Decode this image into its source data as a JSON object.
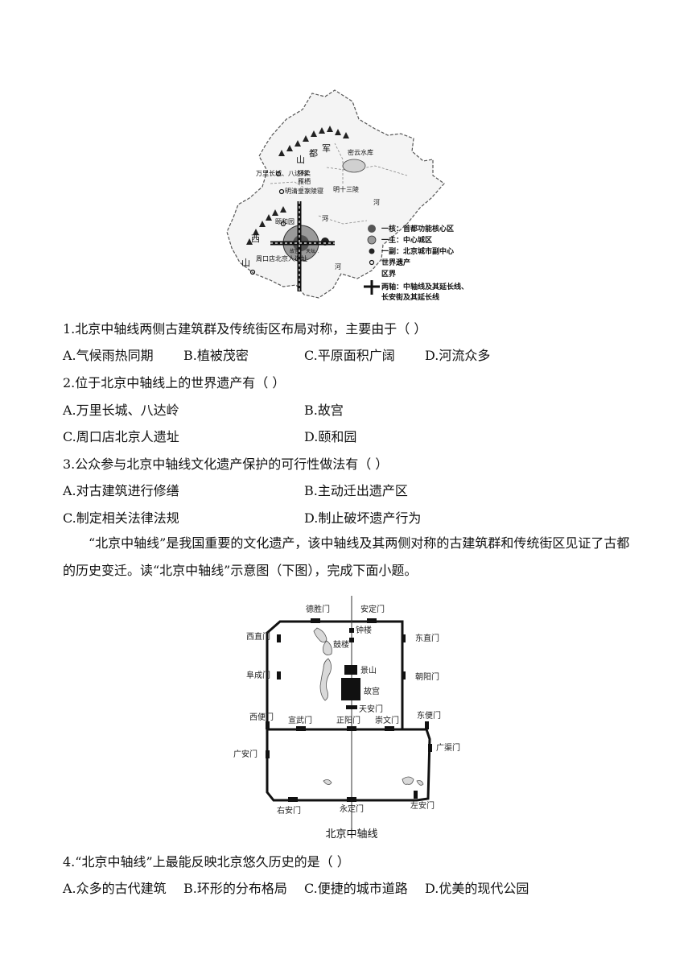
{
  "map1": {
    "labels": {
      "jundu": "军",
      "du": "都",
      "shan": "山",
      "xishan1": "西",
      "xishan2": "山",
      "shisanling": "明十三陵",
      "badaling": "万里长城、八达岭",
      "huairou": "怀柔",
      "yanqi": "雁栖",
      "huangjia": "明清皇家陵寝",
      "yiheyuan": "颐和园",
      "gugong": "故宫",
      "tiantan": "天坛",
      "zhoukoudian": "周口店北京人遗址",
      "miyun": "密云水库",
      "he1": "河",
      "he2": "河",
      "he3": "河"
    },
    "legend": {
      "core": "一核：首都功能核心区",
      "main": "一主：中心城区",
      "sub": "一副：北京城市副中心",
      "heritage": "世界遗产",
      "boundary": "区界",
      "axis_line1": "两轴：中轴线及其延长线、",
      "axis_line2": "长安街及其延长线"
    }
  },
  "questions": [
    {
      "stem": "1.北京中轴线两侧古建筑群及传统街区布局对称，主要由于（    ）",
      "options": [
        "A.气候雨热同期",
        "B.植被茂密",
        "C.平原面积广阔",
        "D.河流众多"
      ]
    },
    {
      "stem": "2.位于北京中轴线上的世界遗产有（    ）",
      "options": [
        "A.万里长城、八达岭",
        "B.故宫",
        "C.周口店北京人遗址",
        "D.颐和园"
      ]
    },
    {
      "stem": "3.公众参与北京中轴线文化遗产保护的可行性做法有（    ）",
      "options": [
        "A.对古建筑进行修缮",
        "B.主动迁出遗产区",
        "C.制定相关法律法规",
        "D.制止破坏遗产行为"
      ]
    },
    {
      "stem": "4.“北京中轴线”上最能反映北京悠久历史的是（    ）",
      "options": [
        "A.众多的古代建筑",
        "B.环形的分布格局",
        "C.便捷的城市道路",
        "D.优美的现代公园"
      ]
    }
  ],
  "passage": "“北京中轴线”是我国重要的文化遗产，该中轴线及其两侧对称的古建筑群和传统街区见证了古都的历史变迁。读“北京中轴线”示意图（下图），完成下面小题。",
  "map2": {
    "title": "北京中轴线",
    "gates": {
      "deshengmen": "德胜门",
      "andingmen": "安定门",
      "xizhimen": "西直门",
      "dongzhimen": "东直门",
      "fuchengmen": "阜成门",
      "chaoyangmen": "朝阳门",
      "xibianmen": "西便门",
      "dongbianmen": "东便门",
      "xuanwumen": "宣武门",
      "zhengyangmen": "正阳门",
      "chongwenmen": "崇文门",
      "guanganmen": "广安门",
      "guangqumen": "广渠门",
      "youanmen": "右安门",
      "yongdingmen": "永定门",
      "zuoanmen": "左安门"
    },
    "sites": {
      "zhonglou": "钟楼",
      "gulou": "鼓楼",
      "jingshan": "景山",
      "gugong": "故宫",
      "tiananmen": "天安门"
    }
  }
}
